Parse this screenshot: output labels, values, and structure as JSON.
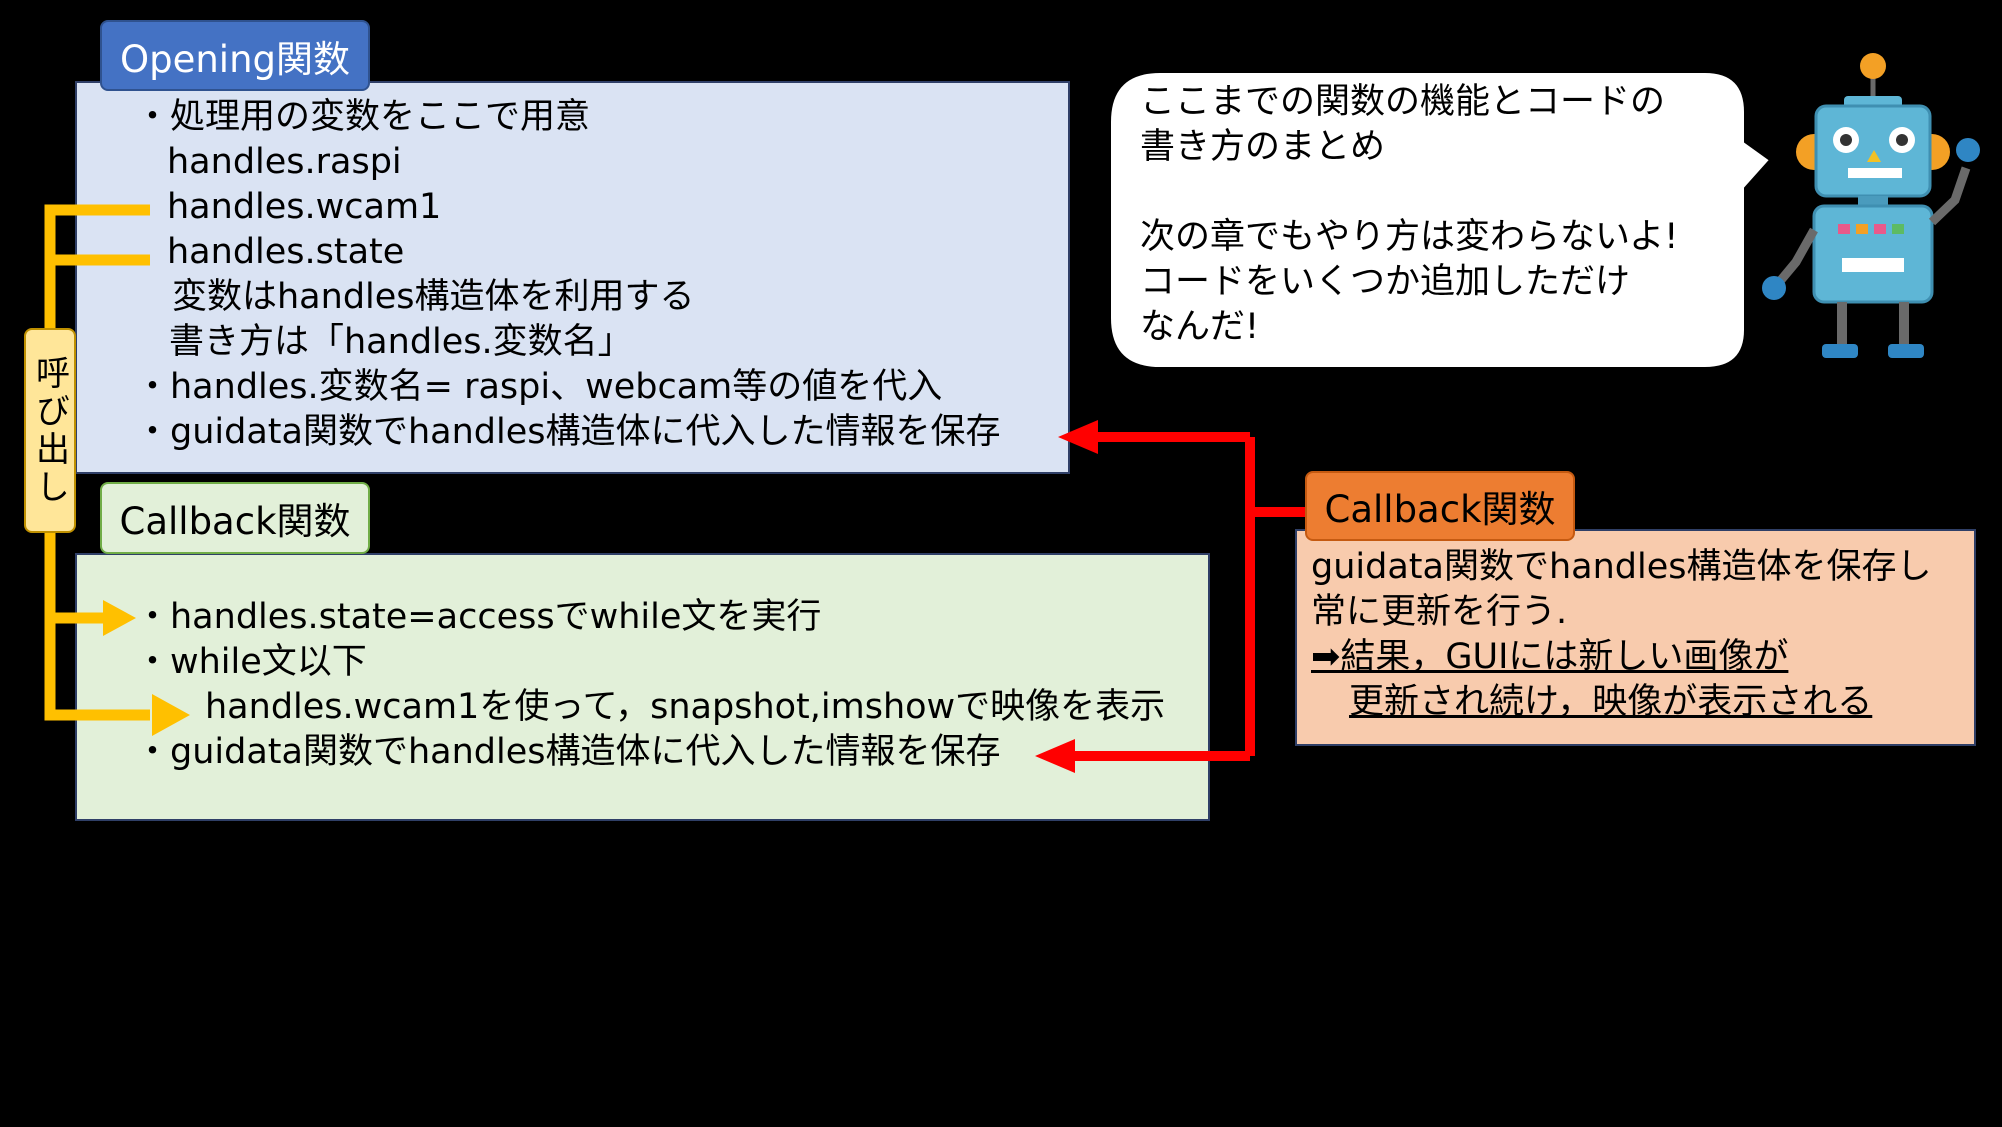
{
  "opening": {
    "tab": "Opening関数",
    "lines": [
      "・処理用の変数をここで用意",
      "handles.raspi",
      "handles.wcam1",
      "handles.state",
      "変数はhandles構造体を利用する",
      "書き方は「handles.変数名」",
      "・handles.変数名= raspi、webcam等の値を代入",
      "・guidata関数でhandles構造体に代入した情報を保存"
    ]
  },
  "callback": {
    "tab": "Callback関数",
    "lines": [
      "・handles.state=accessでwhile文を実行",
      "・while文以下",
      "handles.wcam1を使って，snapshot,imshowで映像を表示",
      "・guidata関数でhandles構造体に代入した情報を保存"
    ]
  },
  "call_label": "呼び出し",
  "callback_summary": {
    "tab": "Callback関数",
    "lines": [
      "guidata関数でhandles構造体を保存し",
      "常に更新を行う.",
      "➡結果，GUIには新しい画像が",
      "更新され続け，映像が表示される"
    ]
  },
  "speech": {
    "lines": [
      "ここまでの関数の機能とコードの",
      "書き方のまとめ",
      "",
      "次の章でもやり方は変わらないよ!",
      "コードをいくつか追加しただけ",
      "なんだ!"
    ]
  },
  "colors": {
    "yellow_connector": "#ffc000",
    "red_connector": "#ff0000",
    "opening_tab": "#4472c4",
    "callback_tab": "#e2f0d9",
    "summary_tab": "#ed7d31"
  }
}
